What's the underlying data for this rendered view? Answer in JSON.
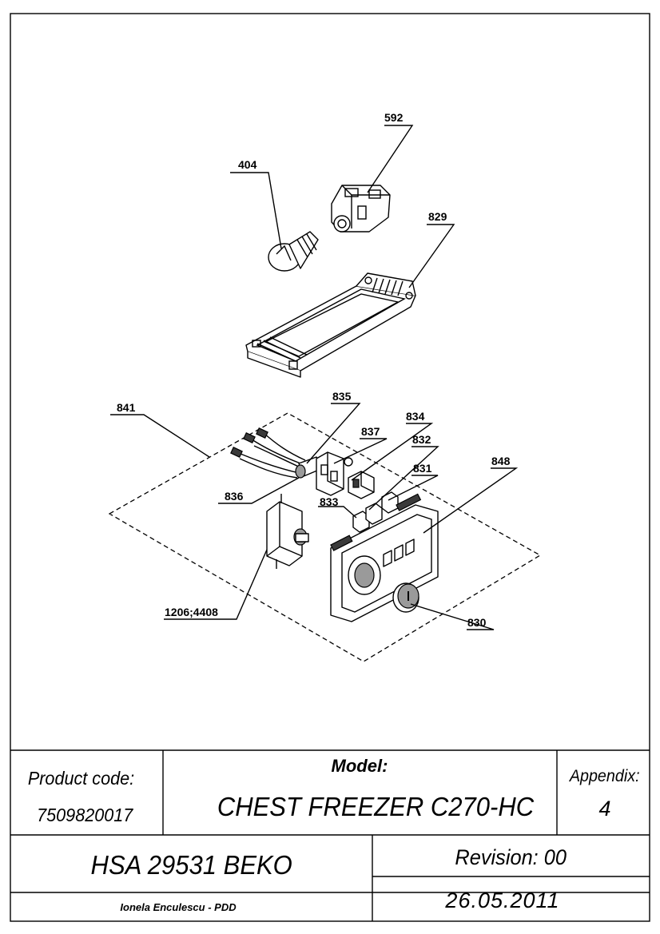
{
  "diagram": {
    "callouts": [
      {
        "id": "592",
        "text": "592"
      },
      {
        "id": "404",
        "text": "404"
      },
      {
        "id": "829",
        "text": "829"
      },
      {
        "id": "841",
        "text": "841"
      },
      {
        "id": "835",
        "text": "835"
      },
      {
        "id": "834",
        "text": "834"
      },
      {
        "id": "837",
        "text": "837"
      },
      {
        "id": "832",
        "text": "832"
      },
      {
        "id": "831",
        "text": "831"
      },
      {
        "id": "848",
        "text": "848"
      },
      {
        "id": "836",
        "text": "836"
      },
      {
        "id": "833",
        "text": "833"
      },
      {
        "id": "1206_4408",
        "text": "1206;4408"
      },
      {
        "id": "830",
        "text": "830"
      }
    ]
  },
  "title_block": {
    "product_code_label": "Product code:",
    "product_code": "7509820017",
    "model_label": "Model:",
    "model": "CHEST FREEZER C270-HC",
    "appendix_label": "Appendix:",
    "appendix": "4",
    "part_ref": "HSA 29531 BEKO",
    "revision": "Revision: 00",
    "author": "Ionela Enculescu - PDD",
    "date": "26.05.2011"
  }
}
